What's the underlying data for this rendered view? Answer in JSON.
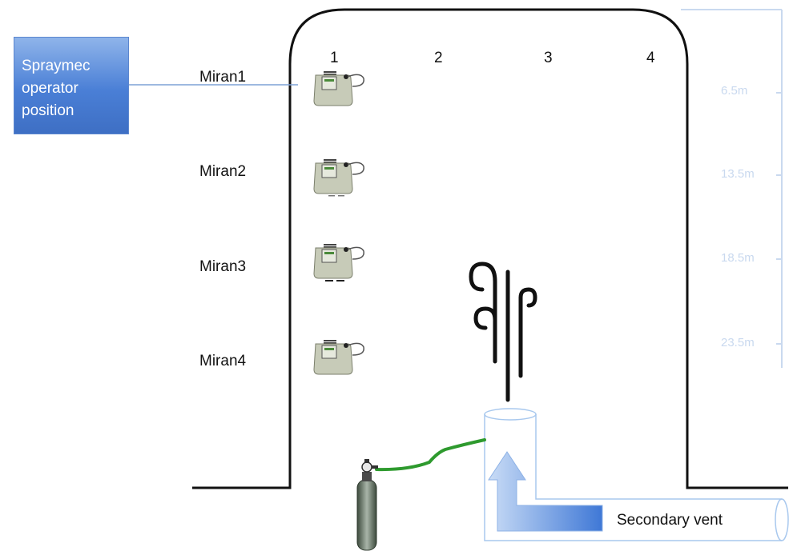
{
  "operator_box": {
    "lines": [
      "Spraymec",
      "operator",
      "position"
    ]
  },
  "column_numbers": [
    "1",
    "2",
    "3",
    "4"
  ],
  "mirans": [
    "Miran1",
    "Miran2",
    "Miran3",
    "Miran4"
  ],
  "heights": [
    "6.5m",
    "13.5m",
    "18.5m",
    "23.5m"
  ],
  "vent_label": "Secondary vent",
  "colors": {
    "tunnel_outline": "#111111",
    "operator_box": "#4a7fd6",
    "height_scale": "#c9d9ef",
    "hose": "#2e9a2e",
    "cylinder": "#5a6a5a",
    "duct_outline": "#a8c8ee",
    "arrow": "#6b9be0"
  },
  "icons": [
    "miran-analyzer-icon",
    "gas-plume-icon",
    "gas-cylinder-icon"
  ]
}
